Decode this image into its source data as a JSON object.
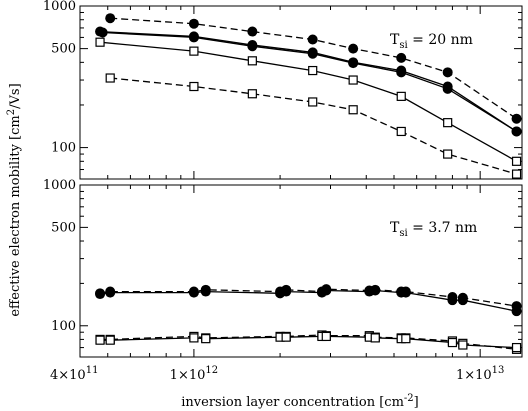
{
  "chart_data": {
    "type": "line",
    "xlabel": "inversion layer concentration [cm",
    "xlabel_sup": "-2",
    "ylabel": "effective electron mobility [cm",
    "ylabel_sup": "2",
    "ylabel_tail": "/Vs]",
    "x_scale": "log",
    "y_scale": "log",
    "xlim": [
      400000000000.0,
      14000000000000.0
    ],
    "x_tick_labels": [
      {
        "value": 400000000000.0,
        "text": "4×10",
        "sup": "11"
      },
      {
        "value": 1000000000000.0,
        "text": "1×10",
        "sup": "12"
      },
      {
        "value": 10000000000000.0,
        "text": "1×10",
        "sup": "13"
      }
    ],
    "y_tick_values": [
      100,
      500,
      1000
    ],
    "y_tick_labels": [
      "100",
      "500",
      "1000"
    ],
    "panels": [
      {
        "id": "top",
        "annotation": "T",
        "annotation_sub": "si",
        "annotation_value": " = 20 nm",
        "ylim": [
          60,
          1000
        ],
        "series": [
          {
            "marker": "filled-circle",
            "dash": true,
            "x": [
              510000000000.0,
              1000000000000.0,
              1600000000000.0,
              2600000000000.0,
              3600000000000.0,
              5300000000000.0,
              7700000000000.0,
              13400000000000.0
            ],
            "y": [
              820,
              750,
              660,
              580,
              500,
              430,
              340,
              160
            ]
          },
          {
            "marker": "filled-circle",
            "dash": false,
            "x": [
              470000000000.0,
              1000000000000.0,
              1600000000000.0,
              2600000000000.0,
              3600000000000.0,
              5300000000000.0,
              7700000000000.0,
              13400000000000.0
            ],
            "y": [
              660,
              610,
              530,
              470,
              400,
              350,
              270,
              130
            ]
          },
          {
            "marker": "filled-circle",
            "dash": false,
            "x": [
              480000000000.0,
              1000000000000.0,
              1600000000000.0,
              2600000000000.0,
              3600000000000.0,
              5300000000000.0,
              7700000000000.0,
              13400000000000.0
            ],
            "y": [
              650,
              600,
              520,
              460,
              395,
              340,
              260,
              130
            ]
          },
          {
            "marker": "open-square",
            "dash": false,
            "x": [
              470000000000.0,
              1000000000000.0,
              1600000000000.0,
              2600000000000.0,
              3600000000000.0,
              5300000000000.0,
              7700000000000.0,
              13400000000000.0
            ],
            "y": [
              555,
              480,
              410,
              350,
              300,
              230,
              150,
              80
            ]
          },
          {
            "marker": "open-square",
            "dash": true,
            "x": [
              510000000000.0,
              1000000000000.0,
              1600000000000.0,
              2600000000000.0,
              3600000000000.0,
              5300000000000.0,
              7700000000000.0,
              13400000000000.0
            ],
            "y": [
              310,
              270,
              240,
              210,
              185,
              130,
              90,
              65
            ]
          }
        ]
      },
      {
        "id": "bottom",
        "annotation": "T",
        "annotation_sub": "si",
        "annotation_value": " = 3.7 nm",
        "ylim": [
          60,
          1000
        ],
        "series": [
          {
            "marker": "filled-circle",
            "dash": true,
            "x": [
              470000000000.0,
              510000000000.0,
              1000000000000.0,
              1100000000000.0,
              2000000000000.0,
              2100000000000.0,
              2800000000000.0,
              2900000000000.0,
              4100000000000.0,
              4300000000000.0,
              5300000000000.0,
              5500000000000.0,
              8000000000000.0,
              8700000000000.0,
              13400000000000.0
            ],
            "y": [
              170,
              175,
              175,
              180,
              175,
              180,
              175,
              182,
              178,
              180,
              175,
              175,
              160,
              158,
              138
            ]
          },
          {
            "marker": "filled-circle",
            "dash": false,
            "x": [
              470000000000.0,
              510000000000.0,
              1000000000000.0,
              1100000000000.0,
              2000000000000.0,
              2100000000000.0,
              2800000000000.0,
              2900000000000.0,
              4100000000000.0,
              4300000000000.0,
              5300000000000.0,
              5500000000000.0,
              8000000000000.0,
              8700000000000.0,
              13400000000000.0
            ],
            "y": [
              168,
              172,
              172,
              175,
              170,
              175,
              172,
              178,
              175,
              178,
              172,
              172,
              152,
              152,
              127
            ]
          },
          {
            "marker": "open-square",
            "dash": true,
            "x": [
              470000000000.0,
              510000000000.0,
              1000000000000.0,
              1100000000000.0,
              2000000000000.0,
              2100000000000.0,
              2800000000000.0,
              2900000000000.0,
              4100000000000.0,
              4300000000000.0,
              5300000000000.0,
              5500000000000.0,
              8000000000000.0,
              8700000000000.0,
              13400000000000.0
            ],
            "y": [
              80,
              80,
              84,
              82,
              84,
              84,
              86,
              85,
              85,
              83,
              82,
              82,
              78,
              75,
              68
            ]
          },
          {
            "marker": "open-square",
            "dash": false,
            "x": [
              470000000000.0,
              510000000000.0,
              1000000000000.0,
              1100000000000.0,
              2000000000000.0,
              2100000000000.0,
              2800000000000.0,
              2900000000000.0,
              4100000000000.0,
              4300000000000.0,
              5300000000000.0,
              5500000000000.0,
              8000000000000.0,
              8700000000000.0,
              13400000000000.0
            ],
            "y": [
              79,
              79,
              82,
              81,
              83,
              83,
              84,
              84,
              83,
              82,
              81,
              81,
              76,
              73,
              70
            ]
          }
        ]
      }
    ]
  }
}
